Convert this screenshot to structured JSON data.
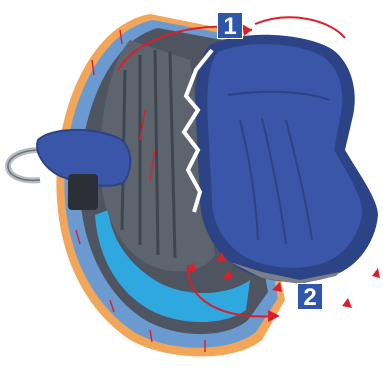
{
  "illustration": {
    "subject": "helmet-liner-removal",
    "colors": {
      "shell_orange": "#f2a65a",
      "shell_blue": "#6a9ad0",
      "shell_interior": "#4e5560",
      "liner_blue": "#3a56a8",
      "liner_dark": "#2c4486",
      "eps_cyan": "#2fa8e0",
      "arrow_red": "#d9202a",
      "badge_blue": "#2f56a8"
    }
  },
  "steps": [
    {
      "label": "1"
    },
    {
      "label": "2"
    }
  ]
}
